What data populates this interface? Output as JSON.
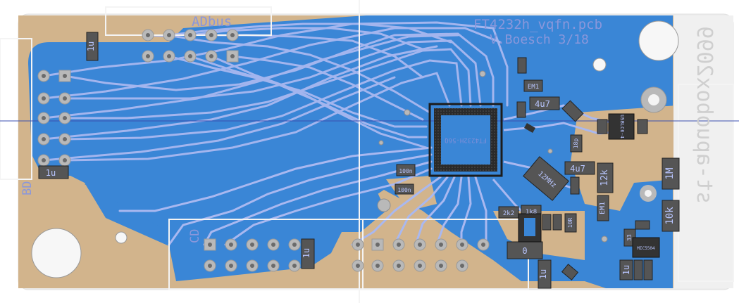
{
  "board": {
    "title": "FT4232h_vqfn.pcb",
    "author": "V.Boesch 3/18",
    "port_labels": {
      "ad": "ADbus",
      "bd": "BD",
      "cd": "CD"
    },
    "mirrored_text": "st-apuobox2099"
  },
  "components": {
    "ic_main": "FT4232H-56Q",
    "ic_ldo": "MIC5504",
    "ic_usb": "USBLC6-4",
    "crystal": "12MHz",
    "labels": {
      "cap_1u_a": "1u",
      "cap_1u_b": "1u",
      "cap_1u_c": "1u",
      "cap_1u_d": "1u",
      "cap_1u_e": "1u",
      "cap_4u7_a": "4u7",
      "cap_4u7_b": "4u7",
      "res_10k": "10k",
      "res_1m": "1M",
      "res_12k": "12k",
      "res_10r": "10R",
      "res_2k2": "2k2",
      "res_1k8": "1k8",
      "ferrite_a": "EM1",
      "ferrite_b": "EM1",
      "cap_18p": "18p",
      "cap_100n_a": "100n",
      "cap_100n_b": "100n",
      "cap_0": "0",
      "cap_33": "33"
    }
  },
  "colors": {
    "fr4": "#d2b48c",
    "copper_bottom": "#3a86d6",
    "trace_top": "#a9b8f0",
    "silk": "#8a97db",
    "pad": "#b9b9b9",
    "outline": "#f2f2f2",
    "body_dark": "#1c1c1c"
  }
}
